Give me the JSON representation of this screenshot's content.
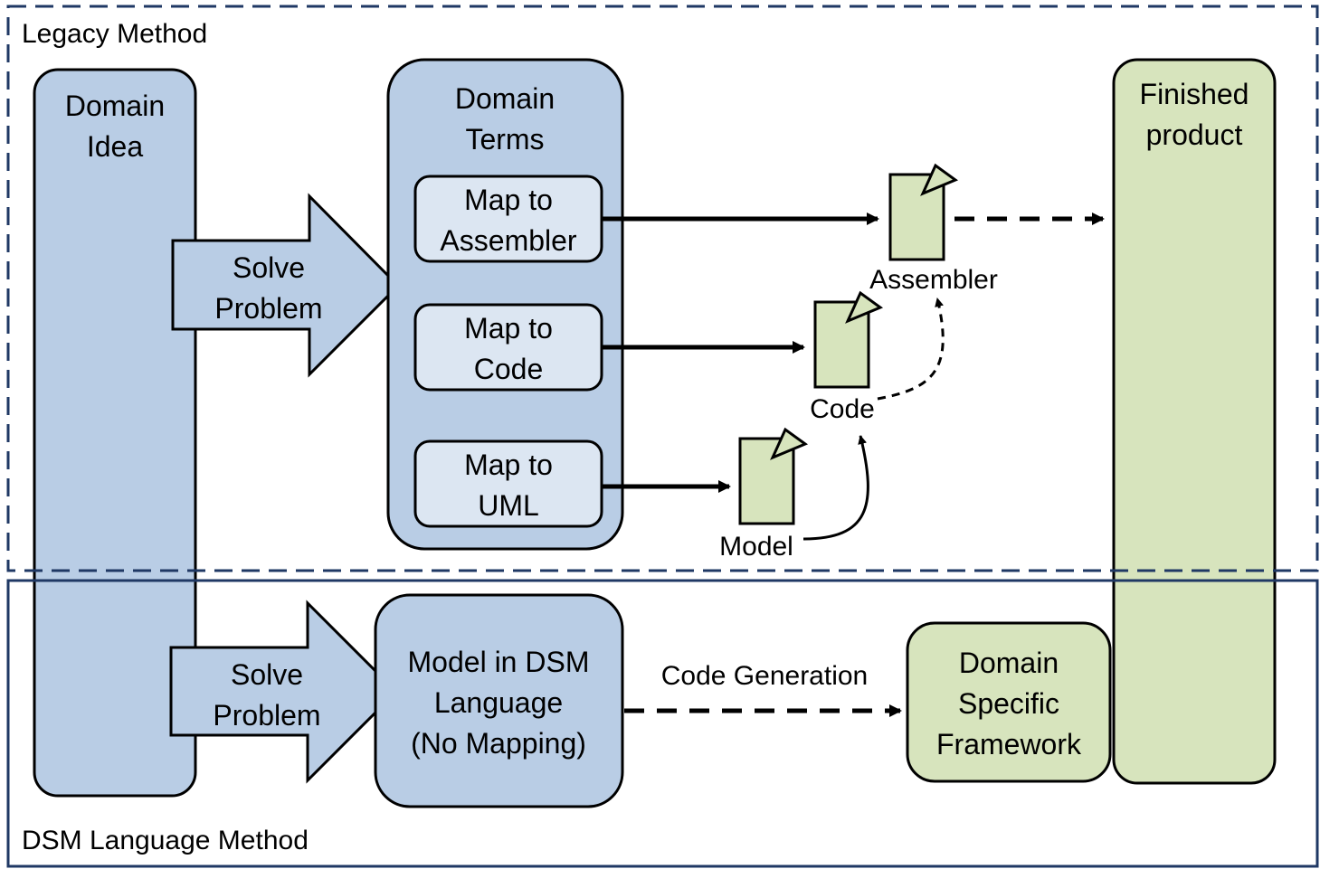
{
  "sections": {
    "legacy": "Legacy Method",
    "dsm": "DSM Language Method"
  },
  "boxes": {
    "domain_idea": [
      "Domain",
      "Idea"
    ],
    "domain_terms": [
      "Domain",
      "Terms"
    ],
    "map_assembler": [
      "Map to",
      "Assembler"
    ],
    "map_code": [
      "Map to",
      "Code"
    ],
    "map_uml": [
      "Map to",
      "UML"
    ],
    "finished_product": [
      "Finished",
      "product"
    ],
    "model_dsm": [
      "Model in DSM",
      "Language",
      "(No Mapping)"
    ],
    "domain_framework": [
      "Domain",
      "Specific",
      "Framework"
    ]
  },
  "arrows": {
    "solve_top": [
      "Solve",
      "Problem"
    ],
    "solve_bottom": [
      "Solve",
      "Problem"
    ],
    "code_generation": "Code Generation"
  },
  "documents": {
    "assembler": "Assembler",
    "code": "Code",
    "model": "Model"
  },
  "colors": {
    "blue_fill": "#b9cde5",
    "light_blue_fill": "#dce6f2",
    "green_fill": "#d7e4bd",
    "frame_blue": "#1f3864"
  }
}
